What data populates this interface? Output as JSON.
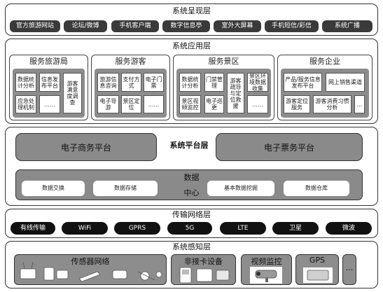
{
  "presentation_layer": {
    "title": "系统呈现层",
    "items": [
      "官方旅游网站",
      "论坛/微博",
      "手机客户端",
      "数字信息亭",
      "室外大屏幕",
      "手机短信/彩信",
      "系统广播"
    ]
  },
  "application_layer": {
    "title": "系统应用层",
    "groups": [
      {
        "title": "服务旅游局",
        "items": [
          "数据统计分析",
          "信息发布平台",
          "游客满意度调查",
          "应急处理机制",
          "......"
        ]
      },
      {
        "title": "服务游客",
        "items": [
          "旅游信息咨询",
          "支付方式",
          "电子门票",
          "电子导游",
          "景区定位",
          "......"
        ]
      },
      {
        "title": "服务景区",
        "items": [
          "数据统计分析",
          "门禁管理",
          "游客疏导与定位救援",
          "景区环境数据收集",
          "景区视频监控",
          "电子巡更",
          "......"
        ]
      },
      {
        "title": "服务企业",
        "items": [
          "产品/服务信息发布平台",
          "网上销售渠道",
          "游客定位服务",
          "游客消费习惯分析",
          "..."
        ]
      }
    ]
  },
  "platform_layer": {
    "title": "系统平台层",
    "left_platform": "电子商务平台",
    "right_platform": "电子票务平台",
    "data_center_line1": "数据",
    "data_center_line2": "中心",
    "data_items": [
      "数据交换",
      "数据存储",
      "基本数据挖掘",
      "数据仓库"
    ]
  },
  "network_layer": {
    "title": "传输网络层",
    "items": [
      "有线传输",
      "WiFi",
      "GPRS",
      "5G",
      "LTE",
      "卫星",
      "微波"
    ]
  },
  "perception_layer": {
    "title": "系统感知层",
    "sensor": "传感器网络",
    "contactless": "非接卡设备",
    "video": "视频监控",
    "gps": "GPS",
    "more": "..."
  }
}
